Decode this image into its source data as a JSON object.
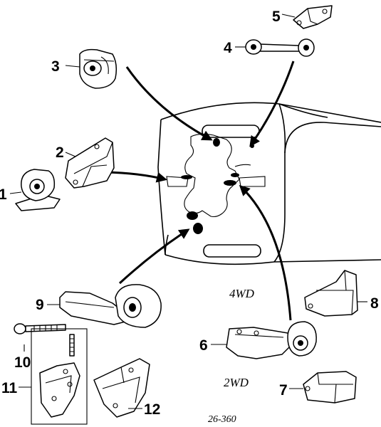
{
  "callouts": [
    "1",
    "2",
    "3",
    "4",
    "5",
    "6",
    "7",
    "8",
    "9",
    "10",
    "11",
    "12"
  ],
  "drive_labels": {
    "four_wd": "4WD",
    "two_wd": "2WD"
  },
  "reference": "26-360",
  "icons": {
    "part_1": "engine-mount-icon",
    "part_2": "mount-bracket-icon",
    "part_3": "engine-mount-insulator-icon",
    "part_4": "strut-rod-icon",
    "part_5": "bracket-icon",
    "part_6": "transmission-mount-icon",
    "part_7": "mount-bracket-icon",
    "part_8": "mount-bracket-icon",
    "part_9": "transmission-mount-icon",
    "part_10": "bolt-icon",
    "part_11": "bracket-icon",
    "part_12": "bracket-icon"
  }
}
